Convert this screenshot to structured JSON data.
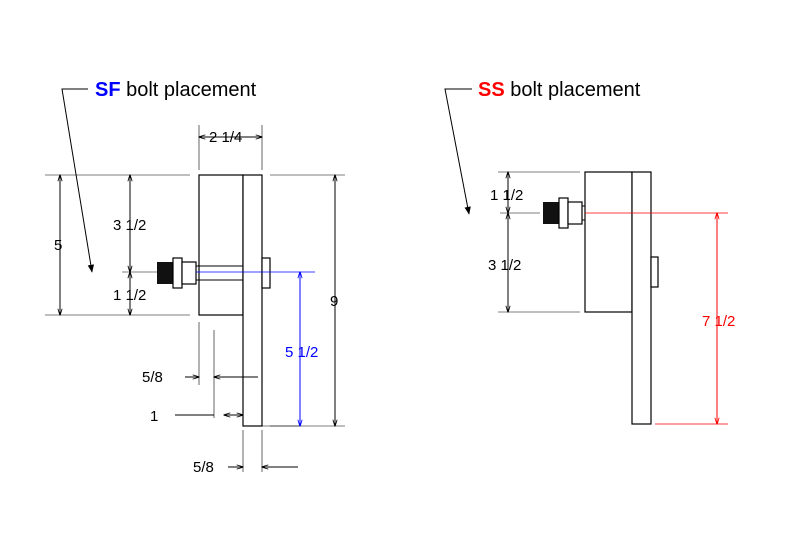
{
  "colors": {
    "sf": "#0000ff",
    "ss": "#ff0000",
    "ink": "#000000"
  },
  "sf": {
    "code": "SF",
    "title_rest": " bolt placement",
    "dims": {
      "width_total": "2 1/4",
      "top_to_bolt": "3 1/2",
      "overall_clamp": "5",
      "bolt_to_bottom": "1 1/2",
      "overall_height": "9",
      "bolt_to_end": "5 1/2",
      "plate_a": "5/8",
      "gap": "1",
      "plate_b": "5/8"
    }
  },
  "ss": {
    "code": "SS",
    "title_rest": " bolt placement",
    "dims": {
      "top_to_bolt": "1 1/2",
      "bolt_to_bottom": "3 1/2",
      "bolt_to_end": "7 1/2"
    }
  }
}
